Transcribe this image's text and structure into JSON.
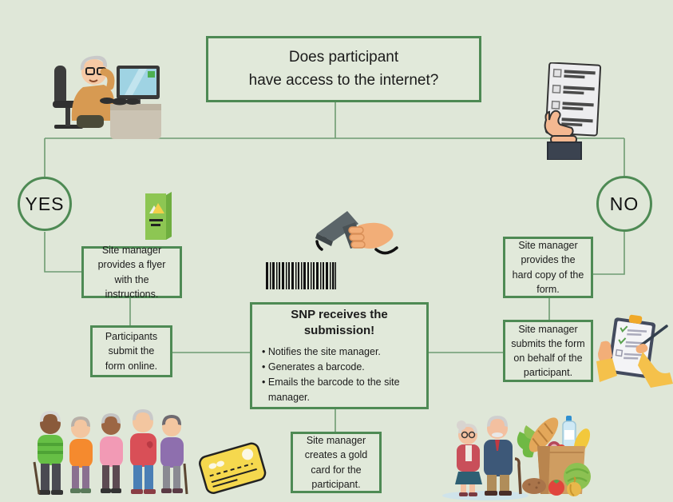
{
  "title": "Participant internet access flowchart",
  "question": {
    "line1": "Does participant",
    "line2": "have access to the internet?"
  },
  "branches": {
    "yes_label": "YES",
    "no_label": "NO"
  },
  "yes_path": {
    "flyer_box": "Site manager provides a flyer with the instructions.",
    "online_box": "Participants submit the form online."
  },
  "no_path": {
    "hardcopy_box": "Site manager provides the hard copy of the form.",
    "submit_box": "Site manager submits the form on behalf of the participant."
  },
  "snp_box": {
    "title": "SNP receives the submission!",
    "bullets": [
      "Notifies the site manager.",
      "Generates a barcode.",
      "Emails the barcode to the site manager."
    ]
  },
  "gold_box": "Site manager creates a gold card for the participant.",
  "colors": {
    "background": "#dfe7d8",
    "box_border_green": "#4e8a54",
    "connector_green": "#6f9c72",
    "flyer_green": "#8dc653",
    "gold_card_yellow": "#f5d84e",
    "text": "#1b1b1b"
  },
  "illustrations": [
    "senior-at-computer-illustration",
    "hand-holding-form-illustration",
    "flyer-icon",
    "barcode-scanner-icon",
    "barcode-icon",
    "seniors-group-illustration",
    "gold-card-icon",
    "elderly-couple-illustration",
    "grocery-bag-illustration"
  ]
}
